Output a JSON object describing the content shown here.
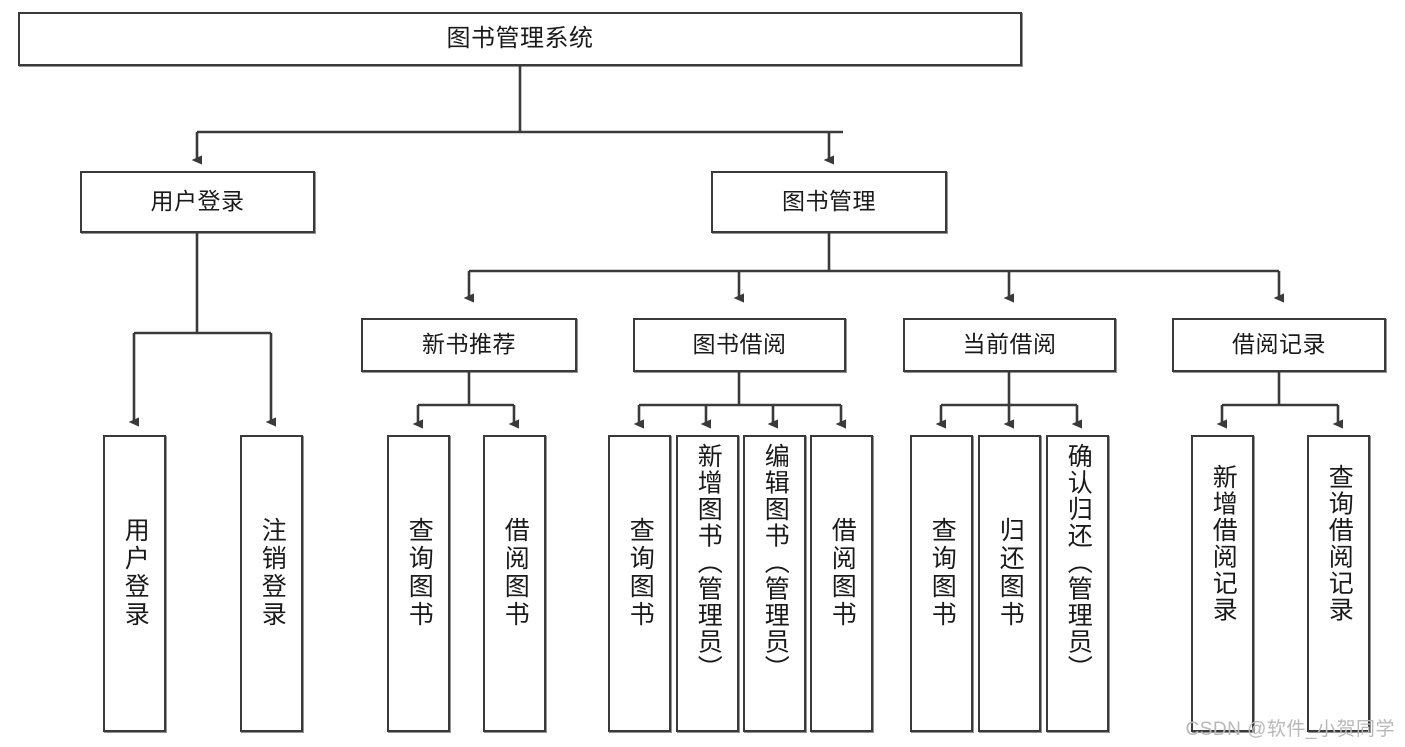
{
  "diagram": {
    "title": "图书管理系统",
    "type": "tree-hierarchy",
    "watermark": "CSDN @软件_小贺同学",
    "colors": {
      "border": "#3a3a3a",
      "background": "#ffffff",
      "text": "#1a1a1a",
      "watermark": "#b9b9b9"
    },
    "nodes": {
      "root": {
        "label": "图书管理系统"
      },
      "level1": [
        {
          "label": "用户登录"
        },
        {
          "label": "图书管理"
        }
      ],
      "level2": [
        {
          "label": "新书推荐"
        },
        {
          "label": "图书借阅"
        },
        {
          "label": "当前借阅"
        },
        {
          "label": "借阅记录"
        }
      ],
      "leaves": {
        "user_login": [
          {
            "label": "用户登录"
          },
          {
            "label": "注销登录"
          }
        ],
        "new_book_recommend": [
          {
            "label": "查询图书"
          },
          {
            "label": "借阅图书"
          }
        ],
        "book_borrow": [
          {
            "label": "查询图书"
          },
          {
            "label": "新增图书（管理员）"
          },
          {
            "label": "编辑图书（管理员）"
          },
          {
            "label": "借阅图书"
          }
        ],
        "current_borrow": [
          {
            "label": "查询图书"
          },
          {
            "label": "归还图书"
          },
          {
            "label": "确认归还（管理员）"
          }
        ],
        "borrow_record": [
          {
            "label": "新增借阅记录"
          },
          {
            "label": "查询借阅记录"
          }
        ]
      }
    }
  }
}
